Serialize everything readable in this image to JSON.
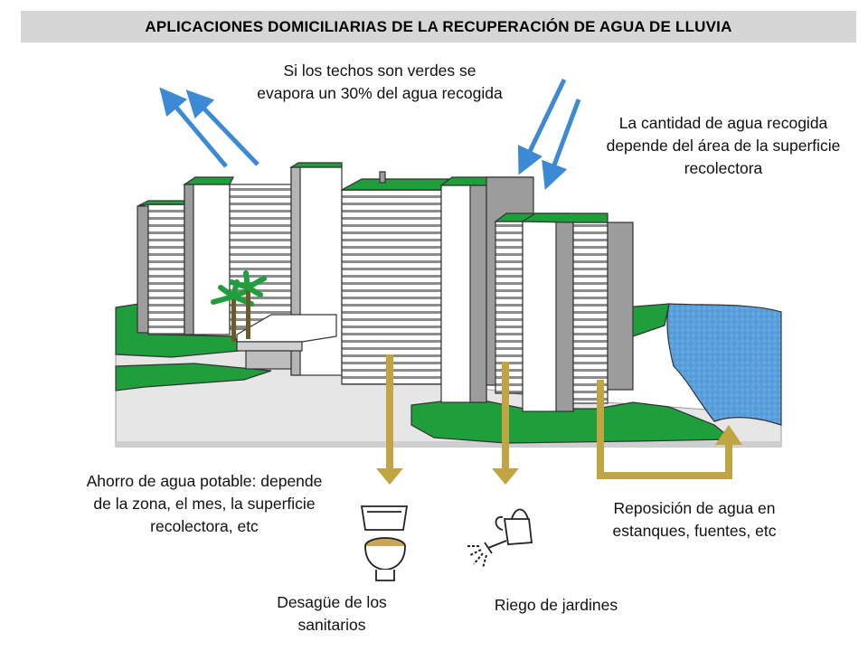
{
  "title": "APLICACIONES DOMICILIARIAS DE LA RECUPERACIÓN DE AGUA DE LLUVIA",
  "captions": {
    "green_roofs": "Si los techos son verdes se evapora un 30% del agua recogida",
    "collection_area": "La cantidad de agua recogida depende del área de la superficie recolectora",
    "potable_savings": "Ahorro de agua potable: depende de la zona, el mes, la superficie recolectora, etc",
    "toilet_flush": "Desagüe de los sanitarios",
    "garden_irrigation": "Riego de jardines",
    "pond_replenishment": "Reposición de agua en estanques, fuentes, etc"
  },
  "icons": {
    "evaporation": "arrow-up-left-icon",
    "rainfall": "arrow-down-left-icon",
    "toilet": "toilet-icon",
    "watering_can": "watering-can-icon",
    "building": "building-complex-icon",
    "palm": "palm-tree-icon"
  },
  "colors": {
    "title_bg": "#d6d6d6",
    "grass": "#1f9e3c",
    "water": "#5aa0dc",
    "rain_arrow": "#3c8ad6",
    "pipe_arrow": "#c2a543",
    "building_gray": "#9c9c9c"
  }
}
